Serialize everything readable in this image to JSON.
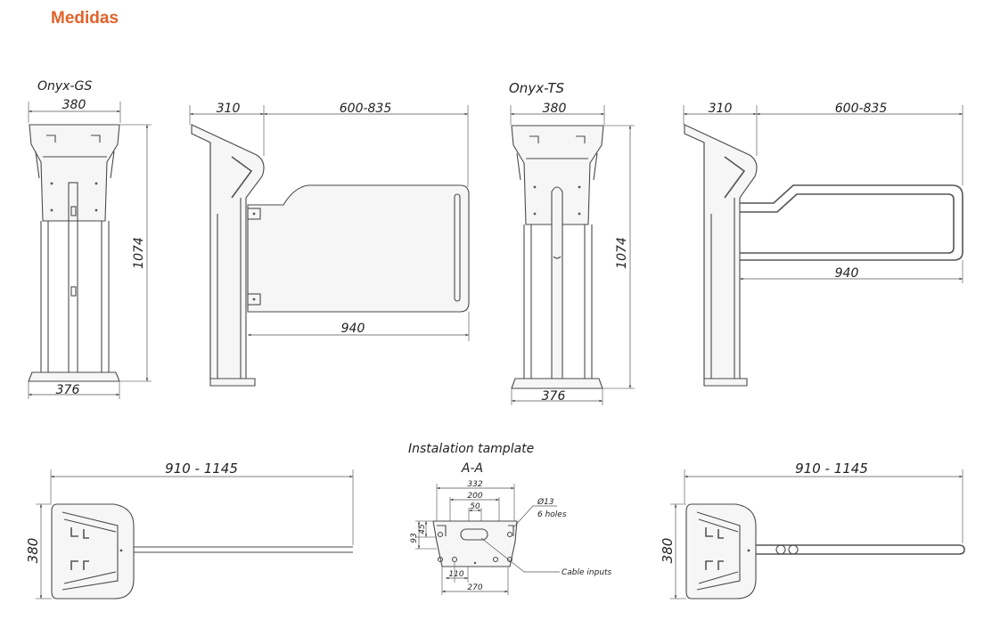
{
  "header": {
    "title": "Medidas"
  },
  "colors": {
    "accent": "#e2622a",
    "line": "#4a4a4a"
  },
  "gs": {
    "name": "Onyx-GS",
    "front_width": "380",
    "base_width": "376",
    "height": "1074",
    "side_depth": "310",
    "arm_length": "600-835",
    "gate_width": "940"
  },
  "ts": {
    "name": "Onyx-TS",
    "front_width": "380",
    "base_width": "376",
    "height": "1074",
    "side_depth": "310",
    "arm_length": "600-835",
    "gate_width": "940"
  },
  "top_views": {
    "length": "910 - 1145",
    "width": "380"
  },
  "template": {
    "title": "Instalation tamplate",
    "section": "A-A",
    "dim_332": "332",
    "dim_200": "200",
    "dim_50": "50",
    "dim_93": "93",
    "dim_45": "45",
    "dim_110": "110",
    "dim_270": "270",
    "holes_dia": "Ø13",
    "holes_count": "6 holes",
    "cable_inputs": "Cable inputs"
  }
}
